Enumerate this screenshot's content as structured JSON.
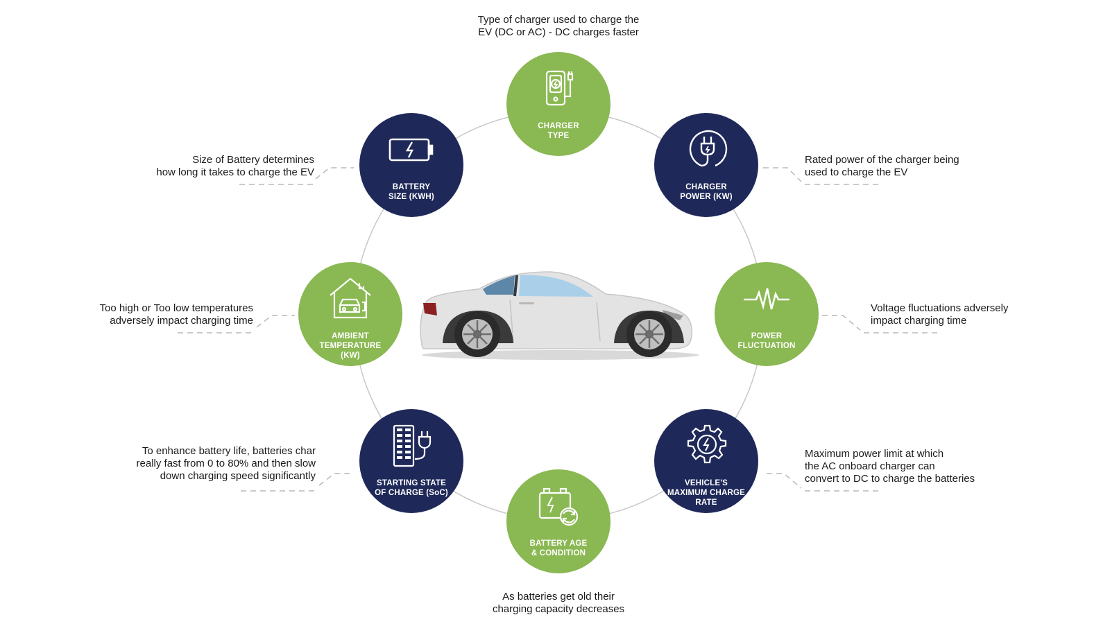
{
  "factors": [
    {
      "id": "charger-type",
      "label": "CHARGER\nTYPE",
      "description": "Type of charger used to charge the\nEV (DC or AC) - DC charges faster",
      "color": "#8ab852",
      "icon": "power-bank-icon"
    },
    {
      "id": "charger-power",
      "label": "CHARGER\nPOWER (KW)",
      "description": "Rated power of the charger being\nused to charge the EV",
      "color": "#1f2959",
      "icon": "plug-icon"
    },
    {
      "id": "power-fluctuation",
      "label": "POWER\nFLUCTUATION",
      "description": "Voltage fluctuations adversely\nimpact charging time",
      "color": "#8ab852",
      "icon": "waveform-icon"
    },
    {
      "id": "max-charge-rate",
      "label": "VEHICLE'S\nMAXIMUM CHARGE\nRATE",
      "description": "Maximum power limit at which\nthe AC onboard charger can\nconvert to DC to charge the batteries",
      "color": "#1f2959",
      "icon": "gear-bolt-icon"
    },
    {
      "id": "battery-age",
      "label": "BATTERY AGE\n& CONDITION",
      "description": "As batteries get old their\ncharging capacity decreases",
      "color": "#8ab852",
      "icon": "battery-cycle-icon"
    },
    {
      "id": "starting-soc",
      "label": "STARTING STATE\nOF CHARGE (SoC)",
      "description": "To enhance battery life, batteries char\nreally fast from 0 to 80% and then slow\ndown charging speed significantly",
      "color": "#1f2959",
      "icon": "battery-stack-plug-icon"
    },
    {
      "id": "ambient-temperature",
      "label": "AMBIENT\nTEMPERATURE\n(KW)",
      "description": "Too high or Too low temperatures\nadversely impact charging time",
      "color": "#8ab852",
      "icon": "home-car-charger-icon"
    },
    {
      "id": "battery-size",
      "label": "BATTERY\nSIZE (KWH)",
      "description": "Size of Battery determines\nhow long it takes to charge the EV",
      "color": "#1f2959",
      "icon": "battery-bolt-icon"
    }
  ],
  "center": {
    "icon": "car-icon"
  },
  "colors": {
    "green": "#8ab852",
    "navy": "#1f2959",
    "ring": "#c8c8c8",
    "car_body": "#e3e3e3"
  }
}
